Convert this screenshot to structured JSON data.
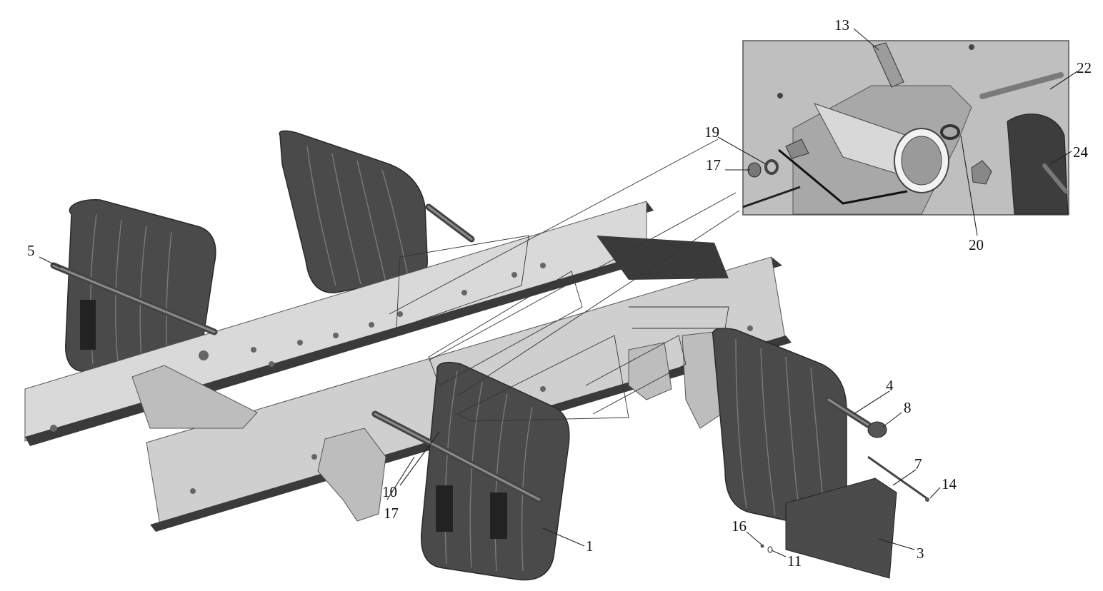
{
  "callouts": {
    "c1": "1",
    "c3": "3",
    "c4": "4",
    "c5": "5",
    "c7": "7",
    "c8": "8",
    "c10": "10",
    "c11": "11",
    "c13": "13",
    "c14": "14",
    "c16": "16",
    "c17a": "17",
    "c17b": "17",
    "c19": "19",
    "c20": "20",
    "c22": "22",
    "c24": "24"
  },
  "colors": {
    "flap": "#4a4a4a",
    "frame": "#d9d9d9",
    "frame_flange": "#3a3a3a",
    "inset": "#bfbfbf"
  },
  "icons": {
    "assembly": "mudguard-frame-assembly-illustration",
    "detail": "bracket-bushing-detail-illustration"
  }
}
